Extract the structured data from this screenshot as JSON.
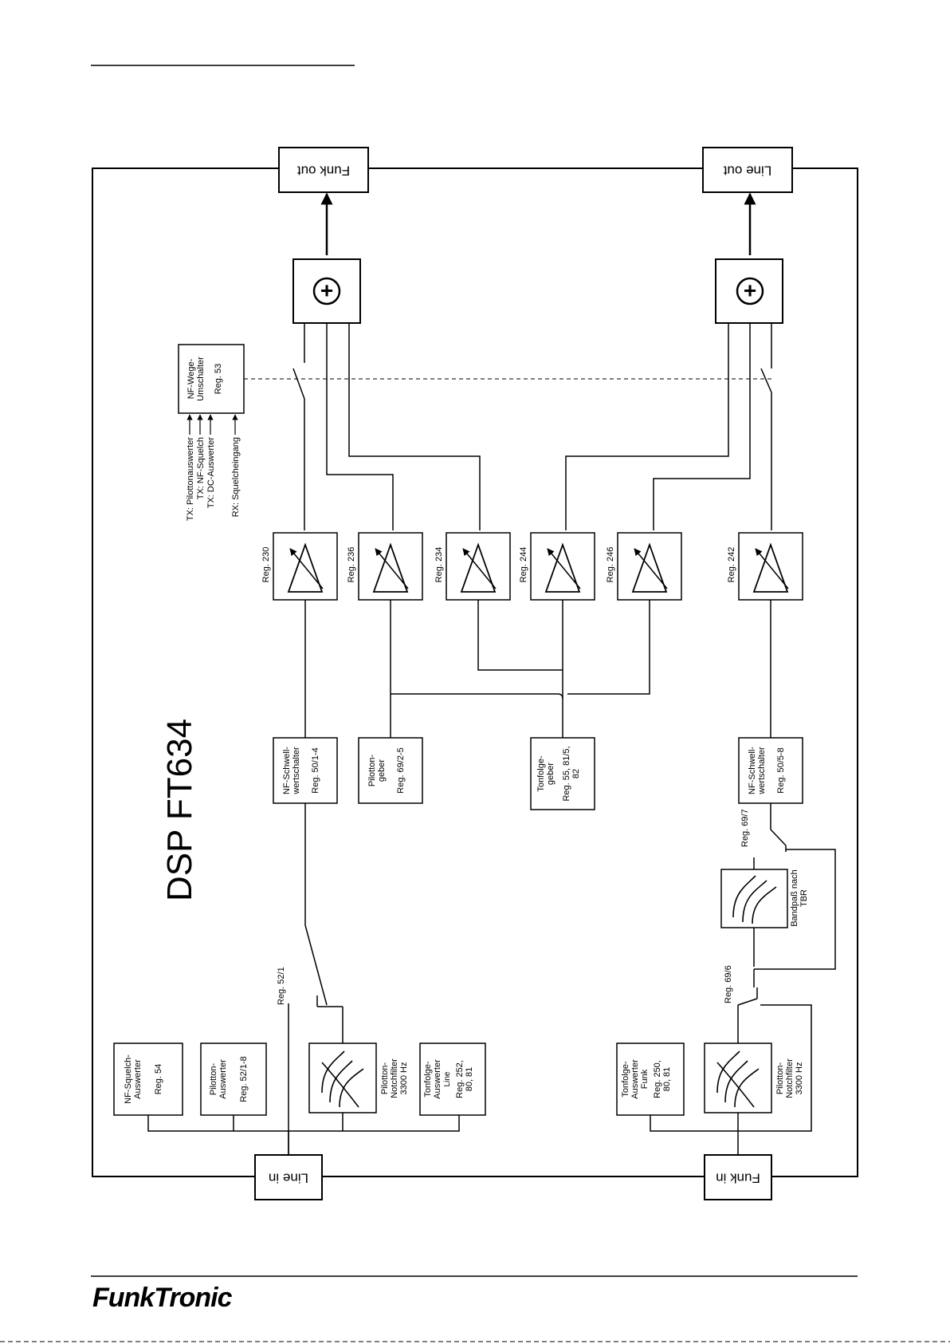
{
  "page": {
    "title": "DSP FT634",
    "logo_text": "FunkTronic"
  },
  "ports": {
    "funk_out": "Funk out",
    "line_out": "Line out",
    "line_in": "Line in",
    "funk_in": "Funk in"
  },
  "blocks": {
    "nf_squelch_auswerter": [
      "NF-Squelch-",
      "Auswerter",
      "Reg. 54"
    ],
    "piloton_auswerter": [
      "Pilotton-",
      "Auswerter",
      "Reg. 52/1-8"
    ],
    "notch_line": [
      "Pilotton-",
      "Notchfilter",
      "3300 Hz"
    ],
    "tonfolge_auswerter_line": [
      "Tonfolge-",
      "Auswerter",
      "Line",
      "Reg. 252,",
      "80, 81"
    ],
    "tonfolge_auswerter_funk": [
      "Tonfolge-",
      "Auswerter",
      "Funk",
      "Reg. 250,",
      "80, 81"
    ],
    "notch_funk": [
      "Pilotton-",
      "Notchfilter",
      "3300 Hz"
    ],
    "bandpass": [
      "Bandpaß nach",
      "TBR"
    ],
    "nf_schwell_1": [
      "NF-Schwell-",
      "wertschalter",
      "Reg. 50/1-4"
    ],
    "piloton_geber": [
      "Pilotton-",
      "geber",
      "Reg. 69/2-5"
    ],
    "tonfolge_geber": [
      "Tonfolge-",
      "geber",
      "Reg. 55, 81/5,",
      "82"
    ],
    "nf_schwell_2": [
      "NF-Schwell-",
      "wertschalter",
      "Reg. 50/5-8"
    ],
    "nf_wege": [
      "NF-Wege-",
      "Umschalter",
      "Reg. 53"
    ]
  },
  "amplifiers": [
    "Reg. 230",
    "Reg. 236",
    "Reg. 234",
    "Reg. 244",
    "Reg. 246",
    "Reg. 242"
  ],
  "switch_labels": {
    "reg_52_1": "Reg. 52/1",
    "reg_69_6": "Reg. 69/6",
    "reg_69_7": "Reg. 69/7"
  },
  "wege_inputs": [
    "TX: Pilottonauswerter",
    "TX: NF-Squelch",
    "TX: DC-Auswerter",
    "RX: Squelcheingang"
  ],
  "summer_symbol": "+"
}
